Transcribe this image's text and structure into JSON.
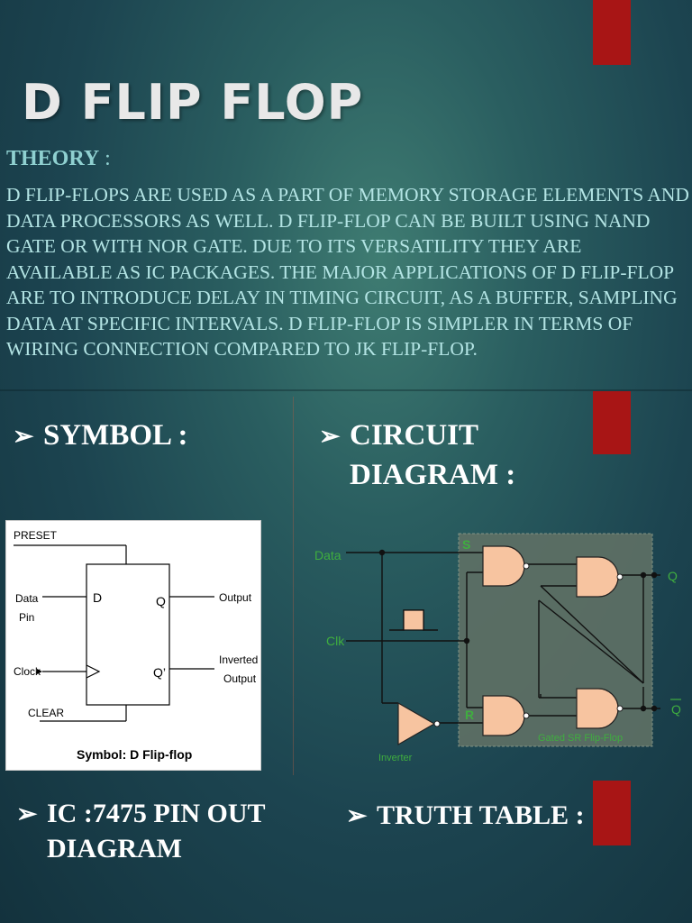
{
  "title": "D FLIP FLOP",
  "theory": {
    "label": "THEORY",
    "label_suffix": " :",
    "text": "D flip-flops are used as a part of memory storage elements and data processors as well. D flip-flop can be built using NAND gate or with NOR gate. Due to its versatility they are available as IC packages. The major applications of D flip-flop are to introduce delay in timing circuit, as a buffer, sampling data at specific intervals. D flip-flop is simpler in terms of wiring connection compared to JK flip-flop."
  },
  "sections": {
    "symbol": "SYMBOL :",
    "circuit_line1": "CIRCUIT",
    "circuit_line2": "DIAGRAM :",
    "ic_line1": "IC :7475 PIN OUT",
    "ic_line2": "DIAGRAM",
    "truth_table": "TRUTH TABLE :"
  },
  "symbol_diagram": {
    "preset": "PRESET",
    "data_line1": "Data",
    "data_line2": "Pin",
    "clock": "Clock",
    "clear": "CLEAR",
    "d": "D",
    "q": "Q",
    "q_bar": "Q’",
    "output": "Output",
    "inverted_line1": "Inverted",
    "inverted_line2": "Output",
    "caption": "Symbol: D Flip-flop"
  },
  "circuit_diagram": {
    "data": "Data",
    "clk": "Clk",
    "s": "S",
    "r": "R",
    "q": "Q",
    "q_bar": "Q",
    "inverter": "Inverter",
    "gated": "Gated SR Flip-Flop"
  },
  "colors": {
    "accent_red": "#a81515",
    "gate_fill": "#f7c4a0",
    "label_green": "#3fae3f",
    "heading_text": "#ffffff",
    "theory_text": "#b3e4e4"
  }
}
